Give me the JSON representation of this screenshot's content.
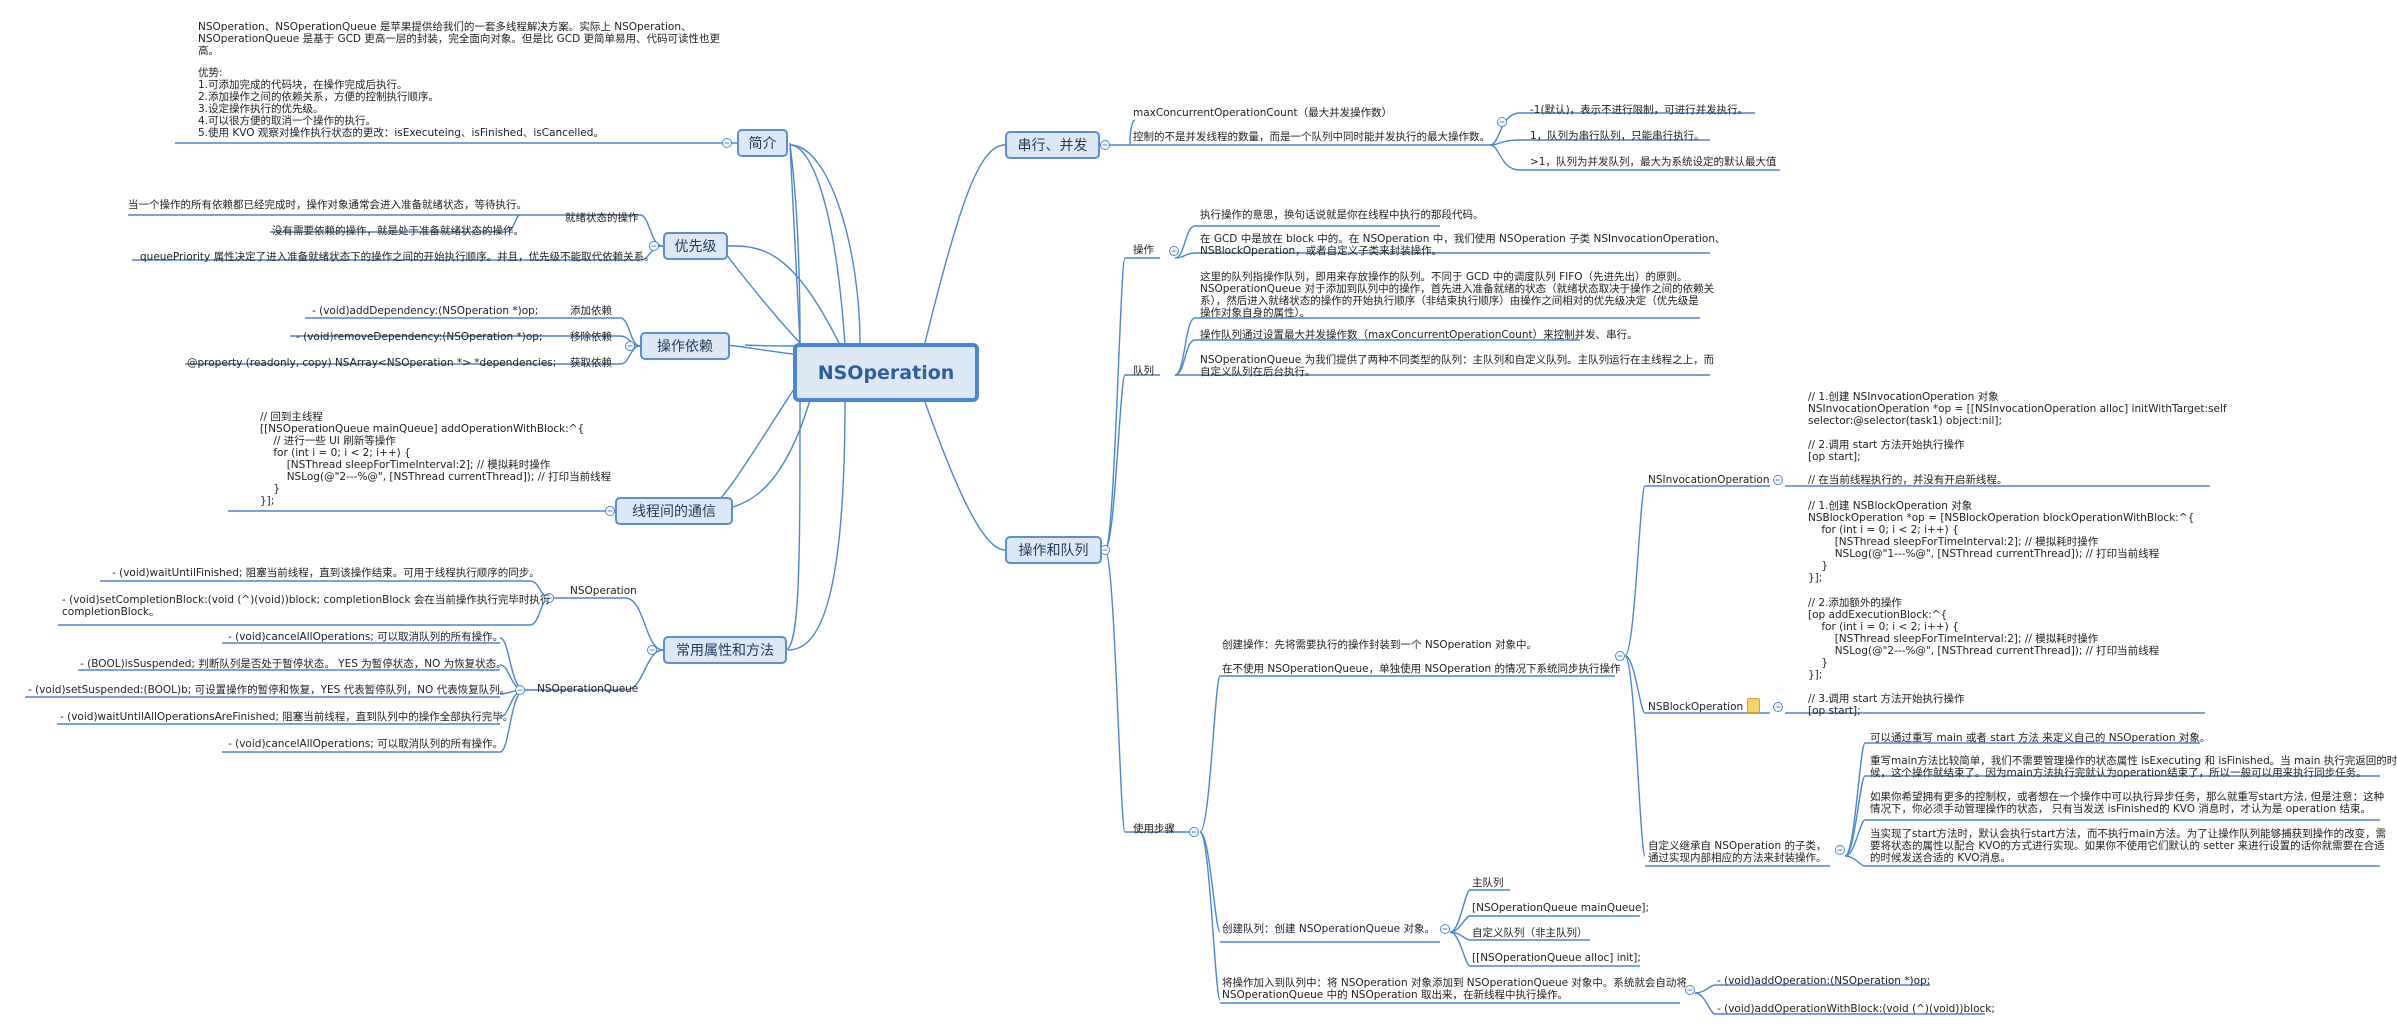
{
  "root": {
    "title": "NSOperation"
  },
  "branches": {
    "intro": "简介",
    "priority": "优先级",
    "dependency": "操作依赖",
    "thread_comm": "线程间的通信",
    "common": "常用属性和方法",
    "serial": "串行、并发",
    "opqueue": "操作和队列"
  },
  "intro_text": {
    "line1": "NSOperation、NSOperationQueue 是苹果提供给我们的一套多线程解决方案。实际上 NSOperation、",
    "line2": "NSOperationQueue 是基于 GCD 更高一层的封装，完全面向对象。但是比 GCD 更简单易用、代码可读性也更",
    "line3": "高。",
    "adv_title": "优势:",
    "adv1": "1.可添加完成的代码块，在操作完成后执行。",
    "adv2": "2.添加操作之间的依赖关系，方便的控制执行顺序。",
    "adv3": "3.设定操作执行的优先级。",
    "adv4": "4.可以很方便的取消一个操作的执行。",
    "adv5": "5.使用 KVO 观察对操作执行状态的更改：isExecuteing、isFinished、isCancelled。"
  },
  "priority_items": {
    "ready_state": "就绪状态的操作",
    "p1": "当一个操作的所有依赖都已经完成时，操作对象通常会进入准备就绪状态，等待执行。",
    "p2": "没有需要依赖的操作，就是处于准备就绪状态的操作。",
    "p3": "queuePriority 属性决定了进入准备就绪状态下的操作之间的开始执行顺序。并且，优先级不能取代依赖关系。"
  },
  "dependency_items": {
    "add_label": "添加依赖",
    "add_code": "- (void)addDependency:(NSOperation *)op;",
    "remove_label": "移除依赖",
    "remove_code": "- (void)removeDependency:(NSOperation *)op;",
    "get_label": "获取依赖",
    "get_code": "@property (readonly, copy) NSArray<NSOperation *> *dependencies;"
  },
  "thread_comm_code": {
    "l1": "// 回到主线程",
    "l2": "[[NSOperationQueue mainQueue] addOperationWithBlock:^{",
    "l3": "    // 进行一些 UI 刷新等操作",
    "l4": "    for (int i = 0; i < 2; i++) {",
    "l5": "        [NSThread sleepForTimeInterval:2]; // 模拟耗时操作",
    "l6": "        NSLog(@\"2---%@\", [NSThread currentThread]); // 打印当前线程",
    "l7": "    }",
    "l8": "}];"
  },
  "common_items": {
    "nsoperation": "NSOperation",
    "op1": "- (void)waitUntilFinished; 阻塞当前线程，直到该操作结束。可用于线程执行顺序的同步。",
    "op2a": "- (void)setCompletionBlock:(void (^)(void))block; completionBlock 会在当前操作执行完毕时执行",
    "op2b": "completionBlock。",
    "nsopqueue": "NSOperationQueue",
    "q1": "- (void)cancelAllOperations; 可以取消队列的所有操作。",
    "q2": "- (BOOL)isSuspended; 判断队列是否处于暂停状态。 YES 为暂停状态，NO 为恢复状态。",
    "q3": "- (void)setSuspended:(BOOL)b; 可设置操作的暂停和恢复，YES 代表暂停队列，NO 代表恢复队列。",
    "q4": "- (void)waitUntilAllOperationsAreFinished; 阻塞当前线程，直到队列中的操作全部执行完毕。",
    "q5": "- (void)cancelAllOperations; 可以取消队列的所有操作。"
  },
  "serial_items": {
    "max_title": "maxConcurrentOperationCount（最大并发操作数）",
    "max_desc": "控制的不是并发线程的数量，而是一个队列中同时能并发执行的最大操作数。",
    "v1": "-1(默认)，表示不进行限制，可进行并发执行。",
    "v2": "1，队列为串行队列，只能串行执行。",
    "v3": ">1，队列为并发队列，最大为系统设定的默认最大值"
  },
  "opqueue_items": {
    "operation": "操作",
    "op_desc1": "执行操作的意思，换句话说就是你在线程中执行的那段代码。",
    "op_desc2a": "在 GCD 中是放在 block 中的。在 NSOperation 中，我们使用 NSOperation 子类 NSInvocationOperation、",
    "op_desc2b": "NSBlockOperation，或者自定义子类来封装操作。",
    "queue": "队列",
    "q_desc1a": "这里的队列指操作队列，即用来存放操作的队列。不同于 GCD 中的调度队列 FIFO（先进先出）的原则。",
    "q_desc1b": "NSOperationQueue 对于添加到队列中的操作，首先进入准备就绪的状态（就绪状态取决于操作之间的依赖关",
    "q_desc1c": "系），然后进入就绪状态的操作的开始执行顺序（非结束执行顺序）由操作之间相对的优先级决定（优先级是",
    "q_desc1d": "操作对象自身的属性）。",
    "q_desc2": "操作队列通过设置最大并发操作数（maxConcurrentOperationCount）来控制并发、串行。",
    "q_desc3a": "NSOperationQueue 为我们提供了两种不同类型的队列：主队列和自定义队列。主队列运行在主线程之上，而",
    "q_desc3b": "自定义队列在后台执行。",
    "steps": "使用步骤",
    "create_op_a": "创建操作：先将需要执行的操作封装到一个 NSOperation 对象中。",
    "create_op_b": "在不使用 NSOperationQueue，单独使用 NSOperation 的情况下系统同步执行操作",
    "invocation": "NSInvocationOperation",
    "blockop": "NSBlockOperation",
    "custom_a": "自定义继承自 NSOperation 的子类，",
    "custom_b": "通过实现内部相应的方法来封装操作。",
    "create_queue": "创建队列：创建 NSOperationQueue 对象。",
    "mainq": "主队列",
    "mainq_code": "[NSOperationQueue mainQueue];",
    "customq": "自定义队列（非主队列）",
    "customq_code": "[[NSOperationQueue alloc] init];",
    "add_a": "将操作加入到队列中：将 NSOperation 对象添加到 NSOperationQueue 对象中。系统就会自动将",
    "add_b": "NSOperationQueue 中的 NSOperation 取出来，在新线程中执行操作。",
    "add1": "- (void)addOperation:(NSOperation *)op;",
    "add2": "- (void)addOperationWithBlock:(void (^)(void))block;"
  },
  "invocation_code": {
    "l1": "// 1.创建 NSInvocationOperation 对象",
    "l2": "NSInvocationOperation *op = [[NSInvocationOperation alloc] initWithTarget:self",
    "l3": "selector:@selector(task1) object:nil];",
    "l4": "// 2.调用 start 方法开始执行操作",
    "l5": "[op start];",
    "l6": "// 在当前线程执行的，并没有开启新线程。"
  },
  "block_code": {
    "l1": "// 1.创建 NSBlockOperation 对象",
    "l2": "NSBlockOperation *op = [NSBlockOperation blockOperationWithBlock:^{",
    "l3": "    for (int i = 0; i < 2; i++) {",
    "l4": "        [NSThread sleepForTimeInterval:2]; // 模拟耗时操作",
    "l5": "        NSLog(@\"1---%@\", [NSThread currentThread]); // 打印当前线程",
    "l6": "    }",
    "l7": "}];",
    "l8": "// 2.添加额外的操作",
    "l9": "[op addExecutionBlock:^{",
    "l10": "    for (int i = 0; i < 2; i++) {",
    "l11": "        [NSThread sleepForTimeInterval:2]; // 模拟耗时操作",
    "l12": "        NSLog(@\"2---%@\", [NSThread currentThread]); // 打印当前线程",
    "l13": "    }",
    "l14": "}];",
    "l15": "// 3.调用 start 方法开始执行操作",
    "l16": "[op start];"
  },
  "custom_text": {
    "c1": "可以通过重写 main 或者 start 方法 来定义自己的 NSOperation 对象。",
    "c2a": "重写main方法比较简单，我们不需要管理操作的状态属性 isExecuting 和 isFinished。当 main 执行完返回的时",
    "c2b": "候，这个操作就结束了。因为main方法执行完就认为operation结束了，所以一般可以用来执行同步任务。",
    "c3a": "如果你希望拥有更多的控制权，或者想在一个操作中可以执行异步任务，那么就重写start方法, 但是注意：这种",
    "c3b": "情况下，你必须手动管理操作的状态， 只有当发送 isFinished的 KVO 消息时，才认为是 operation 结束。",
    "c4a": "当实现了start方法时，默认会执行start方法，而不执行main方法。为了让操作队列能够捕获到操作的改变，需",
    "c4b": "要将状态的属性以配合 KVO的方式进行实现。如果你不使用它们默认的 setter 来进行设置的话你就需要在合适",
    "c4c": "的时候发送合适的 KVO消息。"
  },
  "colors": {
    "line": "#4a86d4",
    "node_fill": "#dce8f5",
    "node_border": "#5b8fd0",
    "note": "#f3d36b"
  }
}
